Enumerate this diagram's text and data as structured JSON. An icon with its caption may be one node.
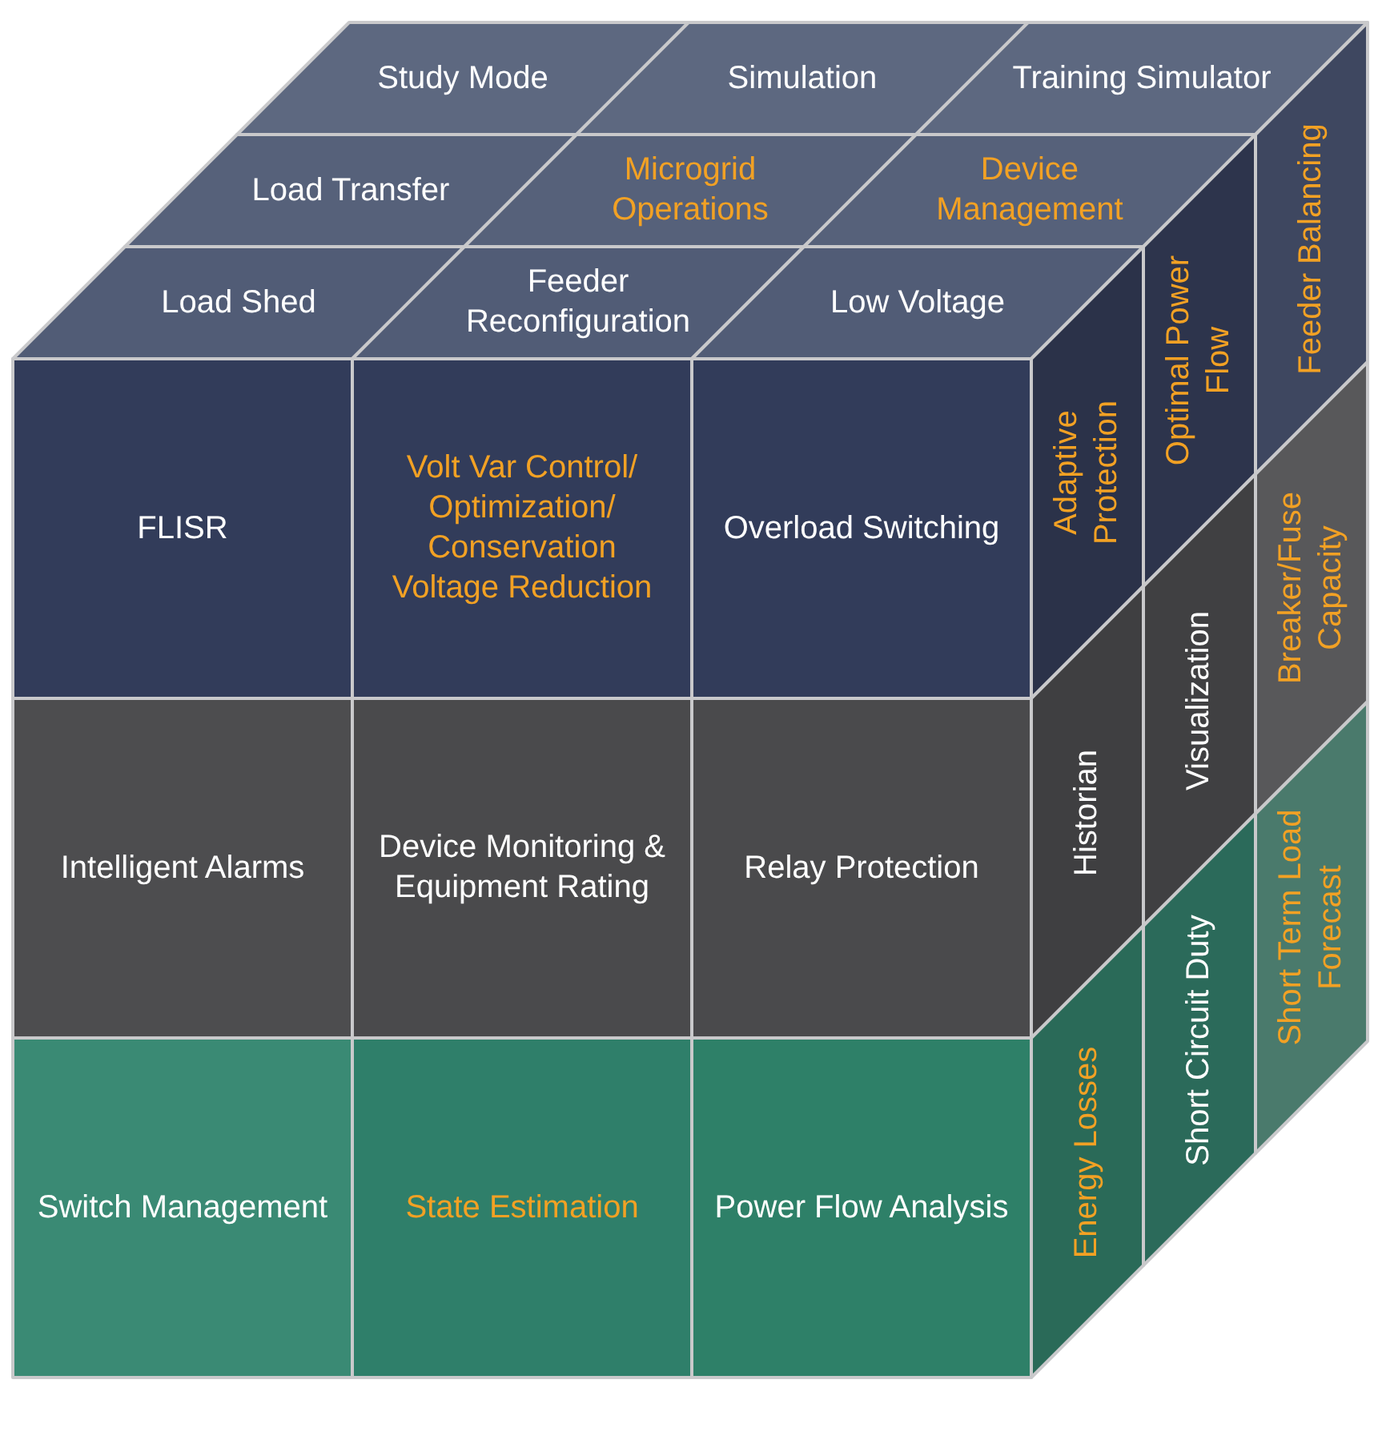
{
  "diagram": {
    "nodes": [
      {
        "text": [
          "Study Mode"
        ]
      },
      {
        "text": [
          "Simulation"
        ]
      },
      {
        "text": [
          "Training Simulator"
        ]
      },
      {
        "text": [
          "Load Transfer"
        ]
      },
      {
        "text": [
          "Microgrid Operations"
        ]
      },
      {
        "text": [
          "Device Management"
        ]
      },
      {
        "text": [
          "Load Shed"
        ]
      },
      {
        "text": [
          "Feeder Reconfiguration"
        ]
      },
      {
        "text": [
          "Low Voltage"
        ]
      },
      {
        "text": [
          "FLISR"
        ]
      },
      {
        "text": [
          "Volt Var Control/ Optimization/ Conservation Voltage Reduction"
        ]
      },
      {
        "text": [
          "Overload Switching"
        ]
      },
      {
        "text": [
          "Intelligent Alarms"
        ]
      },
      {
        "text": [
          "Device Monitoring & Equipment Rating"
        ]
      },
      {
        "text": [
          "Relay Protection"
        ]
      },
      {
        "text": [
          "Switch Management"
        ]
      },
      {
        "text": [
          "State Estimation"
        ]
      },
      {
        "text": [
          "Power Flow Analysis"
        ]
      },
      {
        "text": [
          "Adaptive Protection"
        ]
      },
      {
        "text": [
          "Optimal Power Flow"
        ]
      },
      {
        "text": [
          "Feeder Balancing"
        ]
      },
      {
        "text": [
          "Historian"
        ]
      },
      {
        "text": [
          "Visualization"
        ]
      },
      {
        "text": [
          "Breaker/Fuse Capacity"
        ]
      },
      {
        "text": [
          "Energy Losses"
        ]
      },
      {
        "text": [
          "Short Circuit Duty"
        ]
      },
      {
        "text": [
          "Short Term Load Forecast"
        ]
      }
    ]
  }
}
